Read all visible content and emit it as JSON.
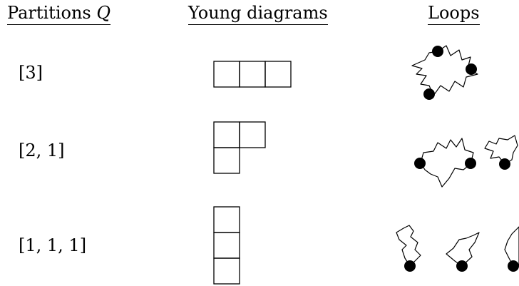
{
  "headers": {
    "partitions": "Partitions",
    "partitions_var": "Q",
    "young": "Young diagrams",
    "loops": "Loops"
  },
  "rows": [
    {
      "label": "[3]",
      "parts": [
        3
      ]
    },
    {
      "label": "[2, 1]",
      "parts": [
        2,
        1
      ]
    },
    {
      "label": "[1, 1, 1]",
      "parts": [
        1,
        1,
        1
      ]
    }
  ]
}
